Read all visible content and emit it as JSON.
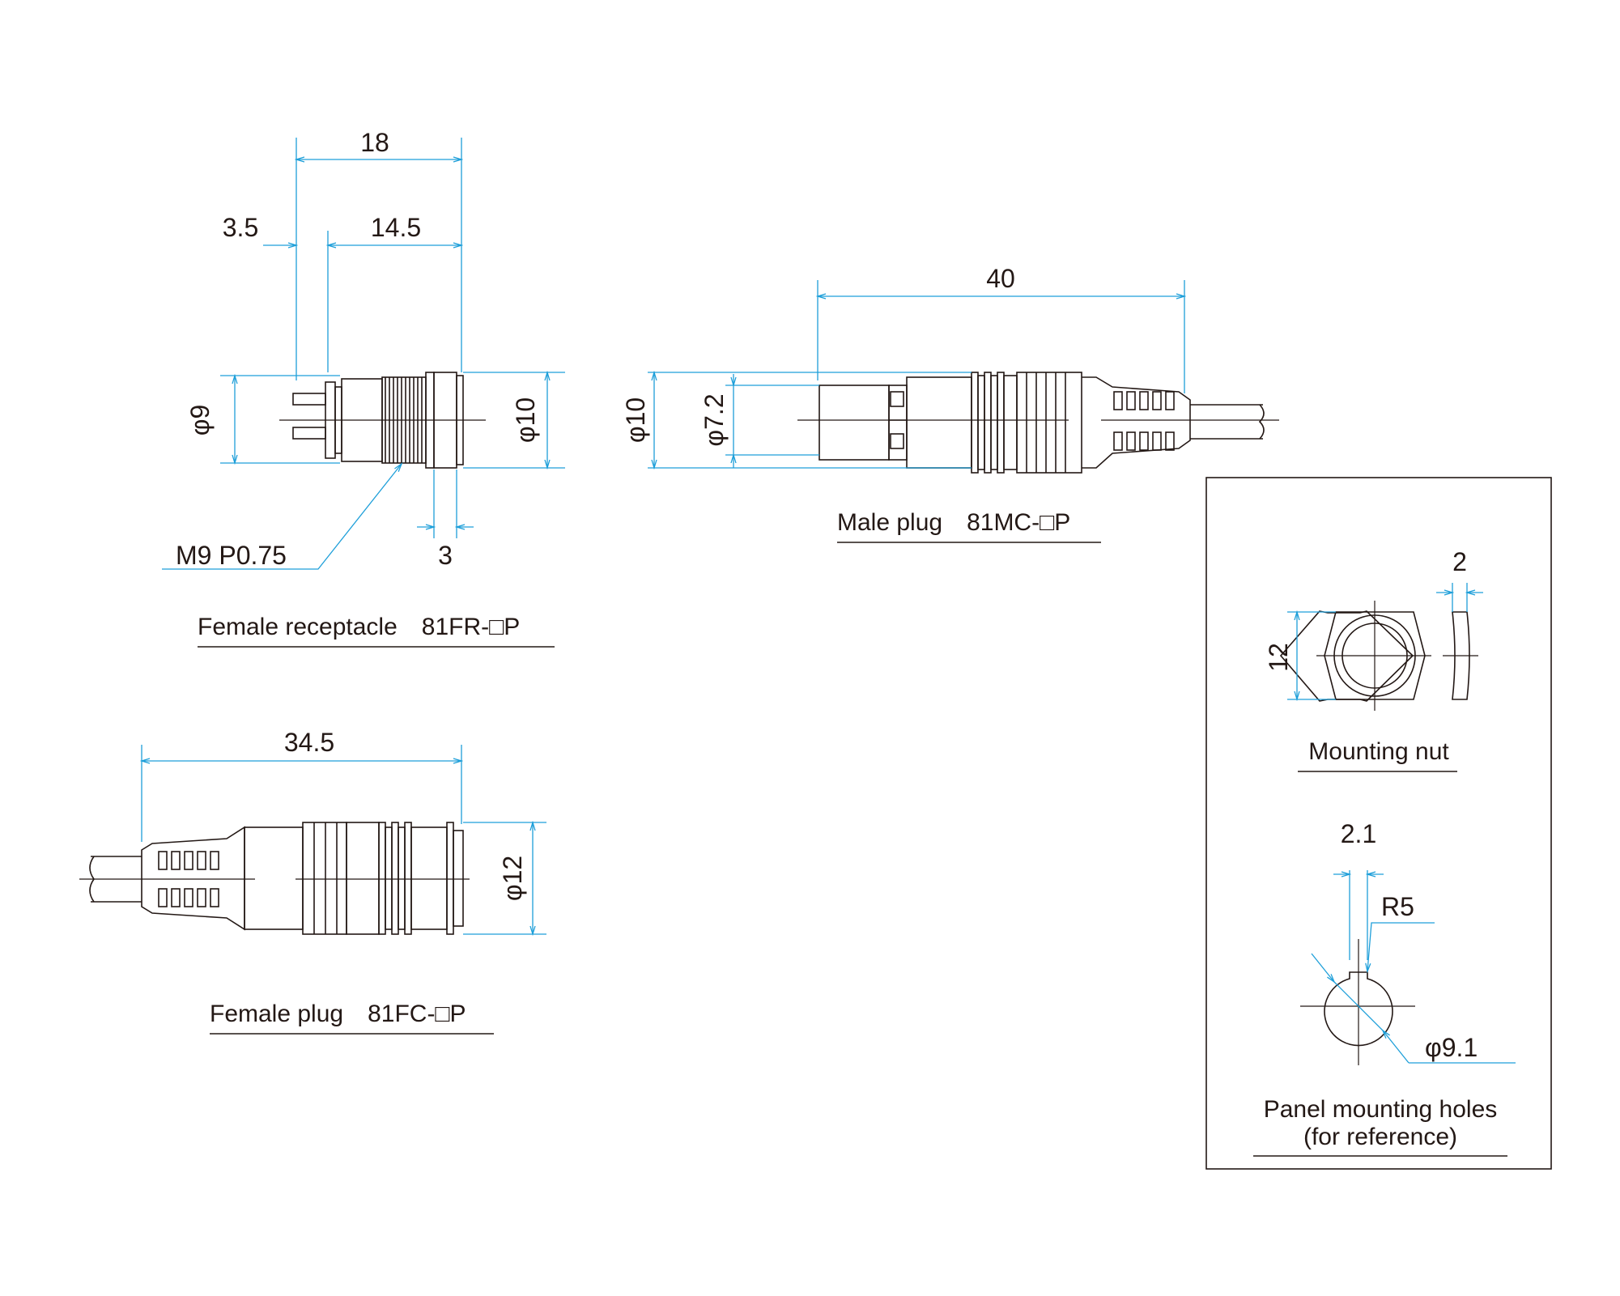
{
  "female_receptacle": {
    "title": "Female receptacle　81FR-□P",
    "dim_total": "18",
    "dim_left": "3.5",
    "dim_body": "14.5",
    "dim_flange": "3",
    "dia_body": "φ9",
    "dia_flange": "φ10",
    "thread": "M9 P0.75"
  },
  "male_plug": {
    "title": "Male plug　81MC-□P",
    "dim_length": "40",
    "dia_outer": "φ10",
    "dia_inner": "φ7.2"
  },
  "female_plug": {
    "title": "Female plug　81FC-□P",
    "dim_length": "34.5",
    "dia_outer": "φ12"
  },
  "mounting_nut": {
    "title": "Mounting nut",
    "dim_across": "12",
    "dim_thickness": "2"
  },
  "panel_holes": {
    "title_line1": "Panel mounting holes",
    "title_line2": "(for reference)",
    "dim_key_width": "2.1",
    "dim_radius": "R5",
    "dia_hole": "φ9.1"
  },
  "colors": {
    "dimension_line": "#1e9fd9",
    "part_outline": "#231815",
    "background": "#ffffff"
  }
}
